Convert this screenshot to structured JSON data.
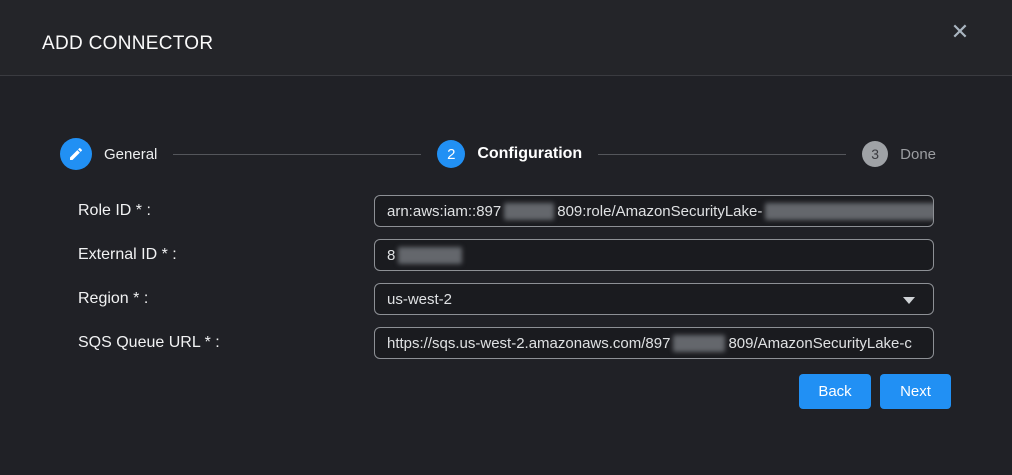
{
  "window": {
    "title": "ADD CONNECTOR",
    "close_icon_glyph": "✕"
  },
  "stepper": {
    "steps": [
      {
        "label": "General",
        "icon": "pencil-edit",
        "state": "completed"
      },
      {
        "number": "2",
        "label": "Configuration",
        "state": "active"
      },
      {
        "number": "3",
        "label": "Done",
        "state": "pending"
      }
    ]
  },
  "form": {
    "role_id": {
      "label": "Role ID * :",
      "segment1": "arn:aws:iam::897",
      "segment2": "809:role/AmazonSecurityLake-",
      "redacted": true
    },
    "external_id": {
      "label": "External ID * :",
      "segment1": "8",
      "redacted": true
    },
    "region": {
      "label": "Region * :",
      "value": "us-west-2"
    },
    "sqs_queue_url": {
      "label": "SQS Queue URL * :",
      "segment1": "https://sqs.us-west-2.amazonaws.com/897",
      "segment2": "809/AmazonSecurityLake-c",
      "redacted": true
    }
  },
  "buttons": {
    "back": "Back",
    "next": "Next"
  },
  "colors": {
    "accent_blue": "#2190f4",
    "pending_gray": "#9fa2a6",
    "dialog_background": "#202126",
    "header_background": "#242529",
    "input_background": "#1a1b1f",
    "input_border": "#8d9095"
  }
}
